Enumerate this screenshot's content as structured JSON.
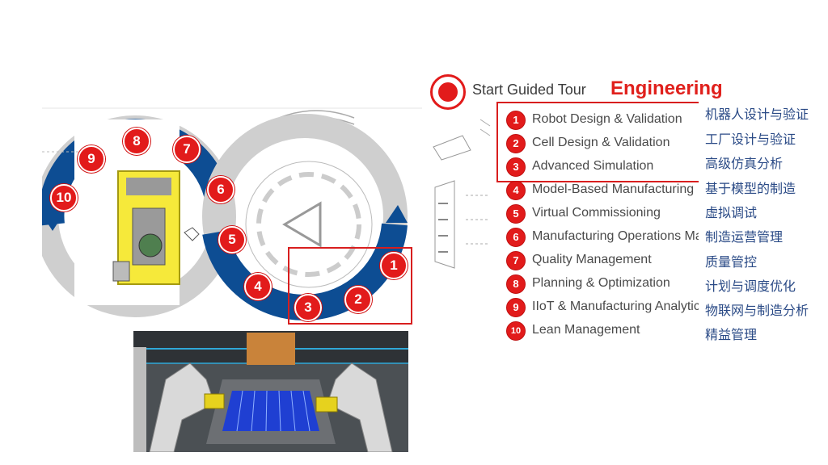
{
  "tour": {
    "start_label": "Start Guided Tour"
  },
  "engineering": {
    "title": "Engineering"
  },
  "menu": [
    {
      "num": "1",
      "label": "Robot Design & Validation",
      "cn": "机器人设计与验证"
    },
    {
      "num": "2",
      "label": "Cell Design & Validation",
      "cn": "工厂设计与验证"
    },
    {
      "num": "3",
      "label": "Advanced Simulation",
      "cn": "高级仿真分析"
    },
    {
      "num": "4",
      "label": "Model-Based Manufacturing",
      "cn": "基于模型的制造"
    },
    {
      "num": "5",
      "label": "Virtual Commissioning",
      "cn": "虚拟调试"
    },
    {
      "num": "6",
      "label": "Manufacturing Operations Ma",
      "cn": "制造运营管理"
    },
    {
      "num": "7",
      "label": "Quality Management",
      "cn": "质量管控"
    },
    {
      "num": "8",
      "label": "Planning & Optimization",
      "cn": "计划与调度优化"
    },
    {
      "num": "9",
      "label": "IIoT & Manufacturing Analytics",
      "cn": "物联网与制造分析"
    },
    {
      "num": "10",
      "label": "Lean Management",
      "cn": "精益管理"
    }
  ],
  "diagram_badges": [
    "1",
    "2",
    "3",
    "4",
    "5",
    "6",
    "7",
    "8",
    "9",
    "10"
  ],
  "colors": {
    "accent_red": "#e21b1b",
    "ring_blue": "#0d4d93",
    "ring_grey": "#c8c8c8",
    "cn_text": "#2a4a86"
  }
}
